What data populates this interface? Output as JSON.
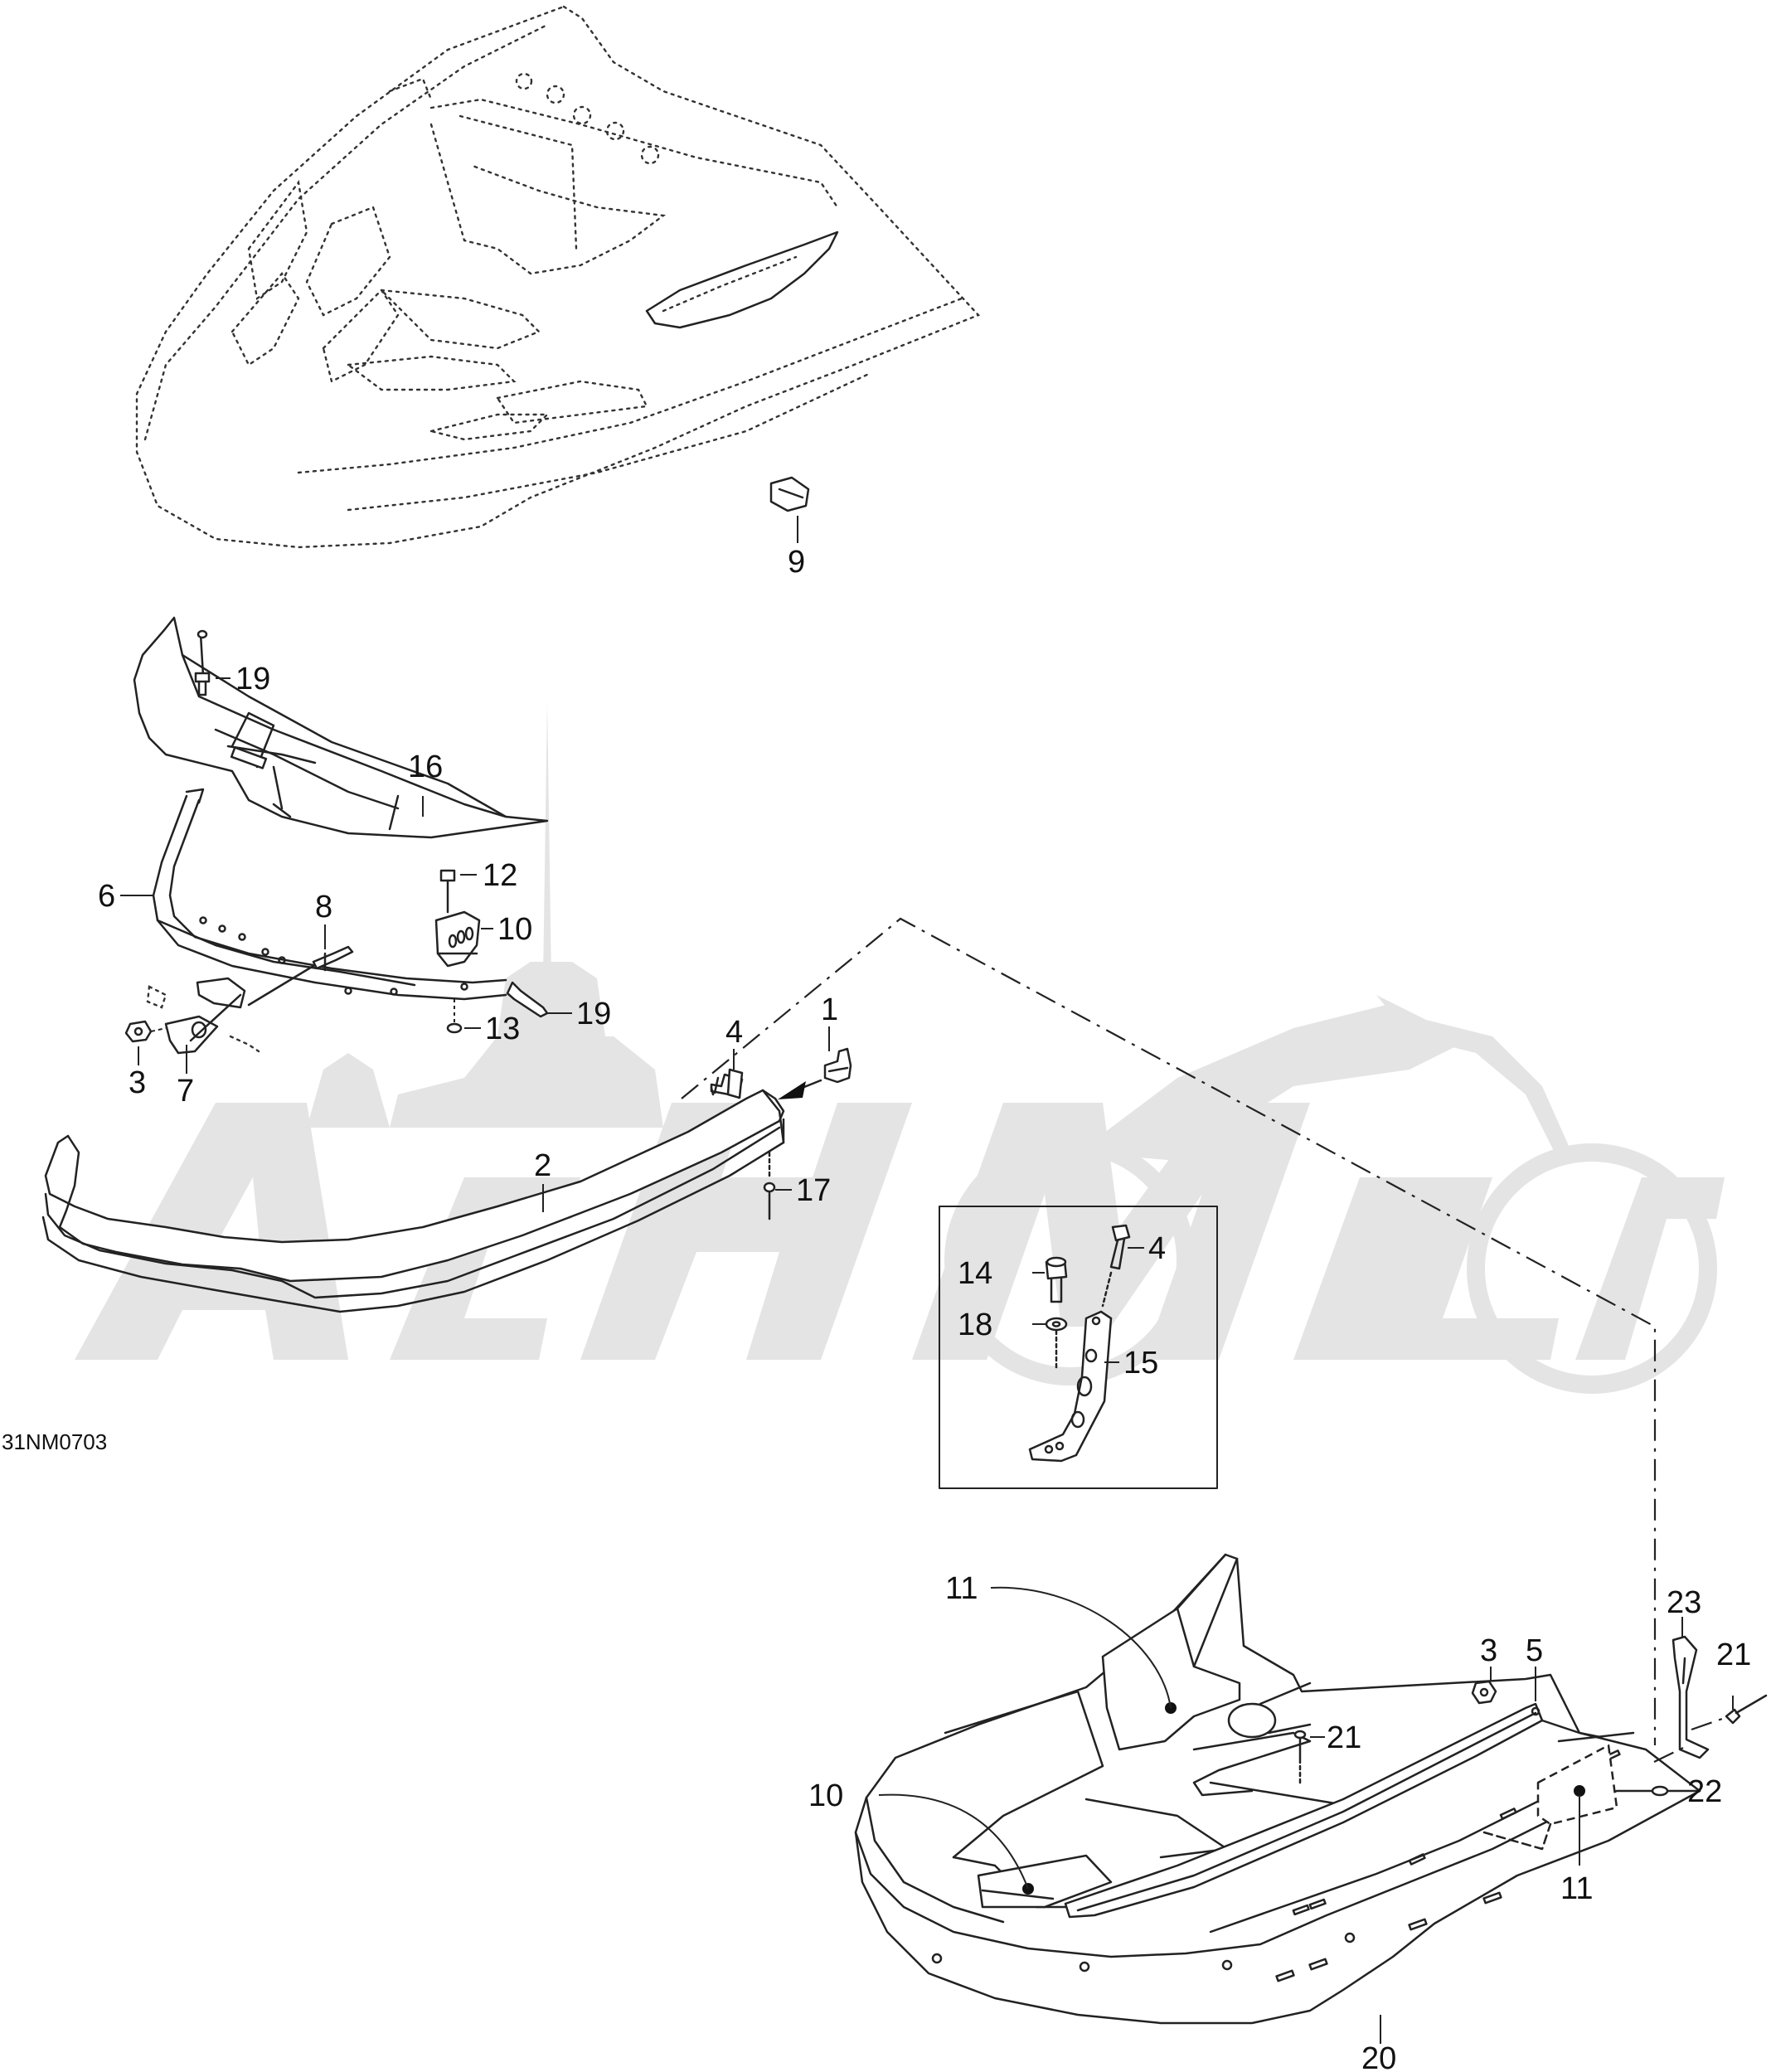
{
  "figure_code": "31NM0703",
  "watermark": {
    "text": "AcmMoto"
  },
  "callouts": {
    "c1": "1",
    "c2": "2",
    "c3a": "3",
    "c3b": "3",
    "c4a": "4",
    "c4b": "4",
    "c5": "5",
    "c6": "6",
    "c7": "7",
    "c8": "8",
    "c9": "9",
    "c10a": "10",
    "c10b": "10",
    "c11a": "11",
    "c11b": "11",
    "c12": "12",
    "c13": "13",
    "c14": "14",
    "c15": "15",
    "c16": "16",
    "c17": "17",
    "c18": "18",
    "c19a": "19",
    "c19b": "19",
    "c20": "20",
    "c21a": "21",
    "c21b": "21",
    "c22": "22",
    "c23": "23"
  }
}
